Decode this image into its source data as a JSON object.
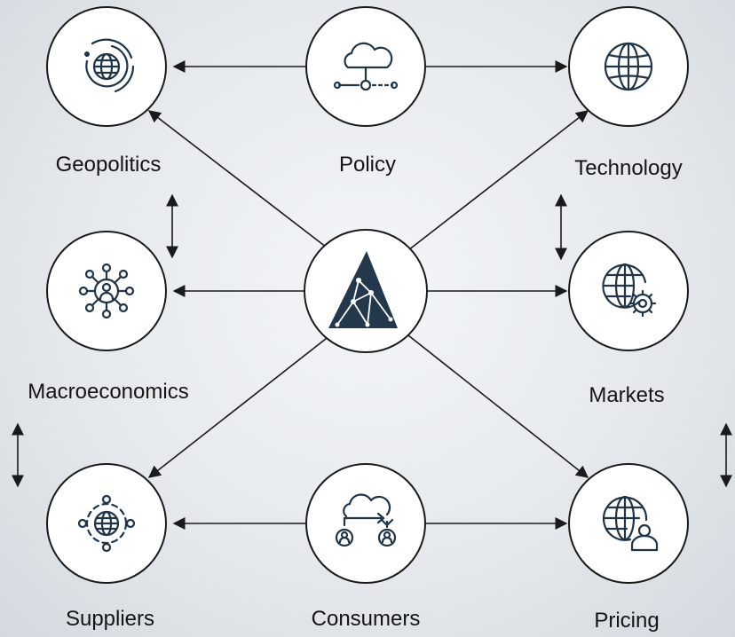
{
  "nodes": {
    "geopolitics": "Geopolitics",
    "policy": "Policy",
    "technology": "Technology",
    "macroeconomics": "Macroeconomics",
    "markets": "Markets",
    "suppliers": "Suppliers",
    "consumers": "Consumers",
    "pricing": "Pricing"
  },
  "icons": {
    "geopolitics": "globe-orbit-icon",
    "policy": "cloud-network-icon",
    "technology": "globe-icon",
    "macroeconomics": "person-network-icon",
    "center": "triangle-network-logo",
    "markets": "globe-gear-icon",
    "suppliers": "globe-nodes-icon",
    "consumers": "cloud-users-exchange-icon",
    "pricing": "globe-person-icon"
  },
  "colors": {
    "icon": "#1f3447",
    "line": "#1a1a1a",
    "background": "#e4e8ec"
  }
}
